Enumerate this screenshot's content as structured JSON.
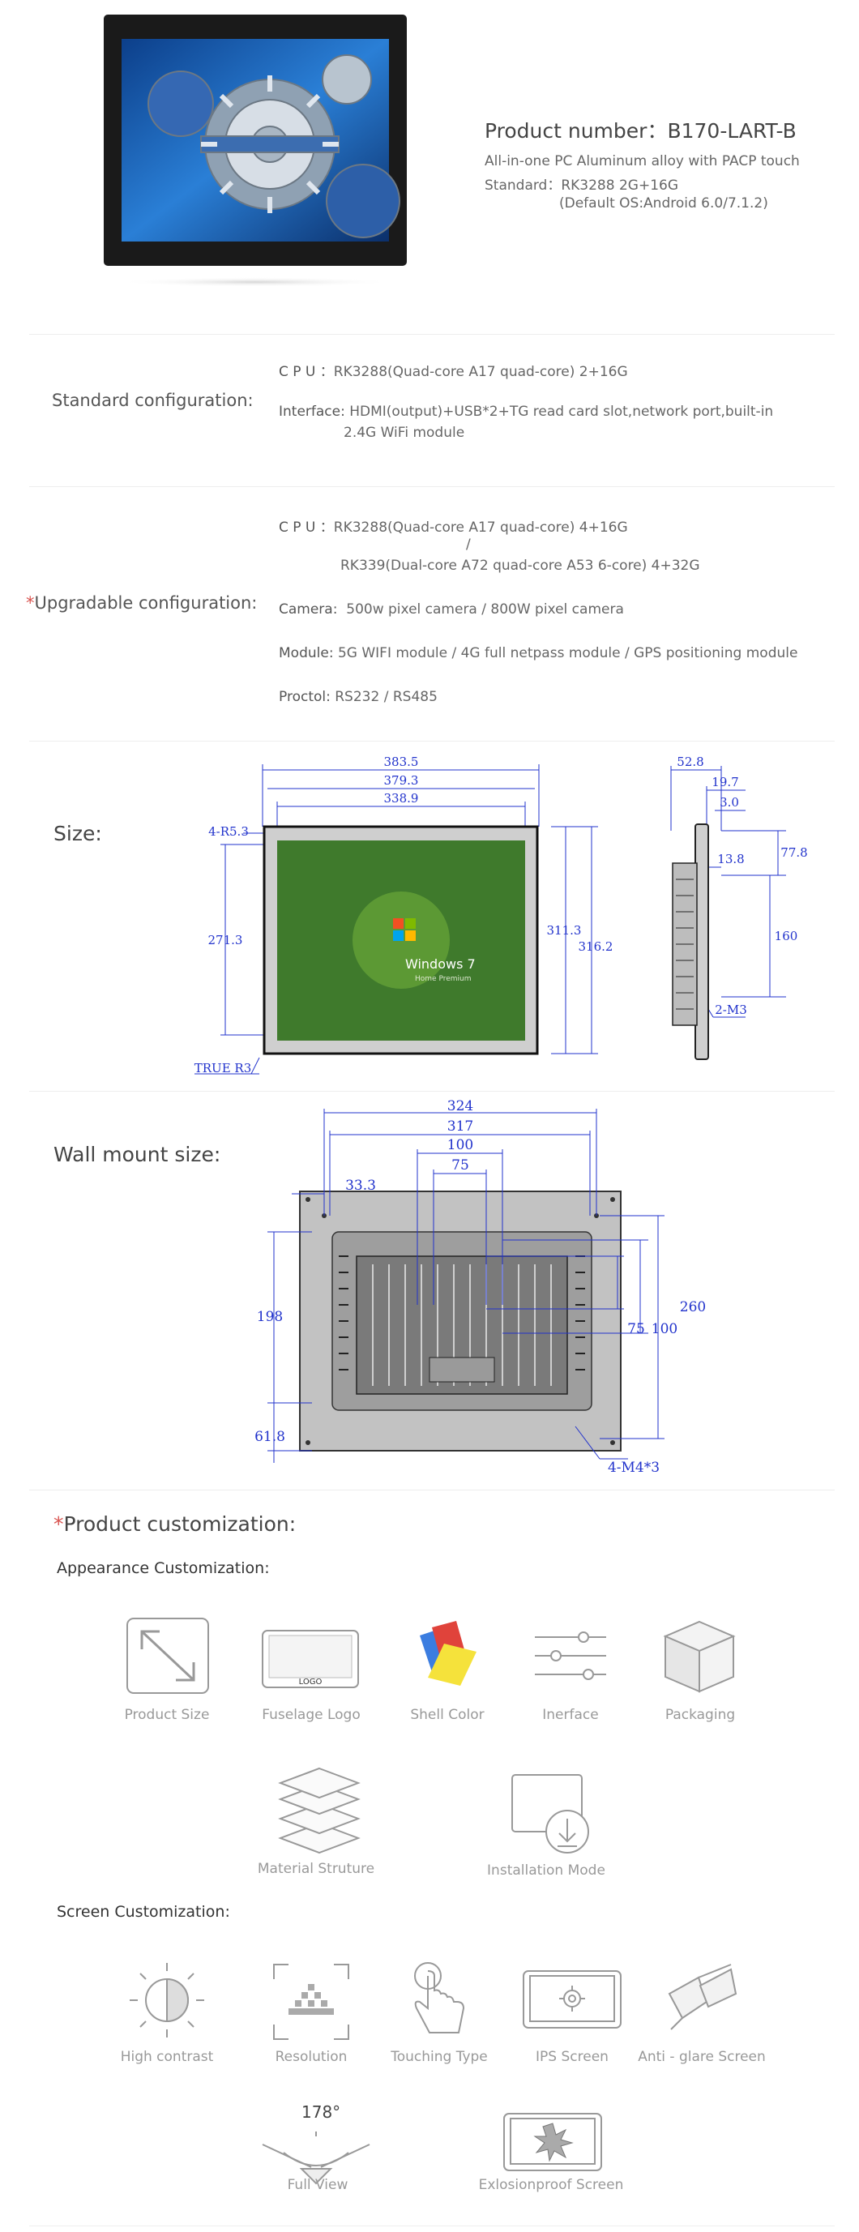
{
  "hero": {
    "screen_image": "monitor-with-gears-image",
    "product_number_label": "Product number：",
    "product_number": "B170-LART-B",
    "line1": "All-in-one PC Aluminum alloy with PACP touch",
    "standard_label": "Standard：",
    "standard_value": "RK3288 2G+16G",
    "default_os": "(Default OS:Android 6.0/7.1.2)"
  },
  "standard": {
    "title": "Standard configuration:",
    "cpu_label": "C P U ：",
    "cpu_value": "RK3288(Quad-core A17 quad-core) 2+16G",
    "interface_label": "Interface:",
    "interface_value1": "HDMI(output)+USB*2+TG read card slot,network port,built-in",
    "interface_value2": "2.4G WiFi module"
  },
  "upgradable": {
    "star": "*",
    "title": "Upgradable configuration:",
    "cpu_label": "C P U ：",
    "cpu_value1": "RK3288(Quad-core A17 quad-core) 4+16G",
    "slash": "/",
    "cpu_value2": "RK339(Dual-core A72 quad-core A53 6-core) 4+32G",
    "camera_label": "Camera:",
    "camera_value": "500w pixel camera / 800W pixel camera",
    "module_label": "Module:",
    "module_value": "5G WIFI module / 4G full netpass module / GPS positioning module",
    "proctol_label": "Proctol:",
    "proctol_value": "RS232 / RS485"
  },
  "size": {
    "title": "Size:",
    "dims": {
      "w1": "383.5",
      "w2": "379.3",
      "w3": "338.9",
      "r": "4-R5.3",
      "h1": "271.3",
      "h2": "311.3",
      "h3": "316.2",
      "true_r": "TRUE R3",
      "s1": "52.8",
      "s2": "19.7",
      "s3": "3.0",
      "s4": "13.8",
      "s5": "77.8",
      "s6": "160",
      "m3": "2-M3"
    },
    "windows_text": "Windows 7",
    "windows_sub": "Home Premium"
  },
  "wall": {
    "title": "Wall mount size:",
    "dims": {
      "d324": "324",
      "d317": "317",
      "d100": "100",
      "d75": "75",
      "d33": "33.3",
      "d198": "198",
      "d61": "61.8",
      "d260": "260",
      "d75v": "75",
      "d100v": "100",
      "m4": "4-M4*3"
    }
  },
  "customization": {
    "star": "*",
    "title": "Product customization:",
    "appearance_title": "Appearance Customization:",
    "appearance_items": [
      {
        "label": "Product Size",
        "icon": "resize-arrow-icon"
      },
      {
        "label": "Fuselage Logo",
        "icon": "logo-screen-icon",
        "logo_text": "LOGO"
      },
      {
        "label": "Shell Color",
        "icon": "color-swatch-icon"
      },
      {
        "label": "Inerface",
        "icon": "sliders-icon"
      },
      {
        "label": "Packaging",
        "icon": "box-icon"
      },
      {
        "label": "Material Struture",
        "icon": "layers-icon"
      },
      {
        "label": "Installation Mode",
        "icon": "install-download-icon"
      }
    ],
    "screen_title": "Screen Customization:",
    "screen_items": [
      {
        "label": "High contrast",
        "icon": "contrast-sun-icon"
      },
      {
        "label": "Resolution",
        "icon": "resolution-icon"
      },
      {
        "label": "Touching Type",
        "icon": "touch-hand-icon"
      },
      {
        "label": "IPS Screen",
        "icon": "ips-gear-icon"
      },
      {
        "label": "Anti - glare Screen",
        "icon": "3d-glasses-icon"
      },
      {
        "label": "Full View",
        "icon": "view-angle-icon",
        "angle": "178°"
      },
      {
        "label": "Exlosionproof Screen",
        "icon": "explosion-screen-icon"
      }
    ]
  },
  "colors": {
    "dimension_blue": "#2233cc",
    "accent_red": "#d9534f",
    "text_gray": "#666666"
  }
}
